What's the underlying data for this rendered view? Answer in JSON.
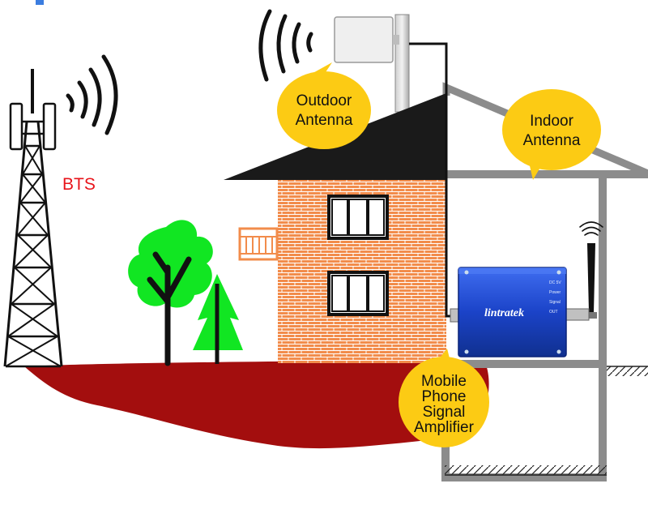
{
  "labels": {
    "bts": "BTS",
    "outdoor_line1": "Outdoor",
    "outdoor_line2": "Antenna",
    "indoor_line1": "Indoor",
    "indoor_line2": "Antenna",
    "amp_line1": "Mobile",
    "amp_line2": "Phone",
    "amp_line3": "Signal",
    "amp_line4": "Amplifier",
    "brand": "lintratek",
    "port_label_1": "DC 5V",
    "port_label_2": "Power",
    "port_label_3": "Signal",
    "port_label_4": "OUT"
  },
  "colors": {
    "bubble": "#fccb14",
    "brick": "#f28c4b",
    "roof": "#1a1a1a",
    "ground": "#a30e0e",
    "tree": "#11e622",
    "wall_gray": "#8c8c8c",
    "amplifier": "#1b43c8",
    "bts_text": "#e8141b"
  }
}
